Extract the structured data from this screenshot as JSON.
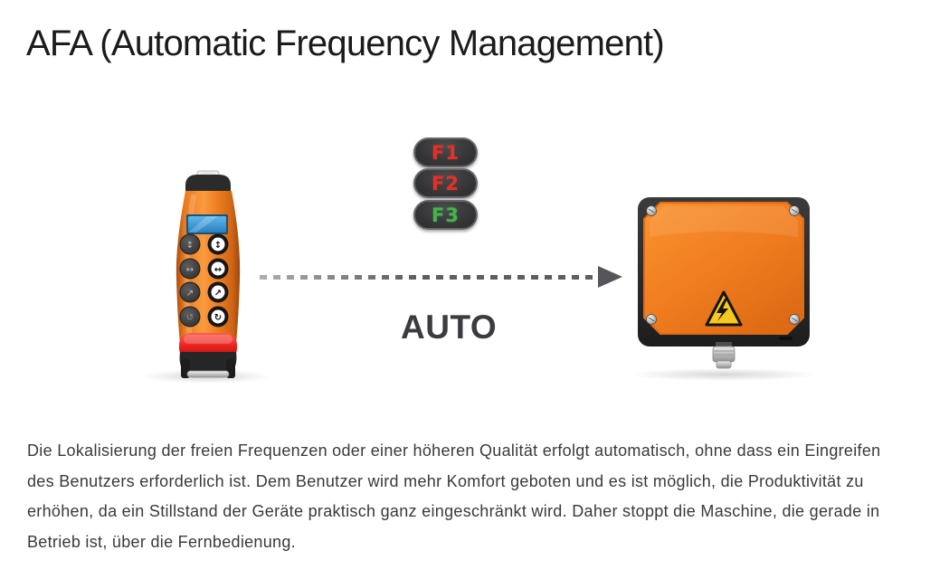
{
  "page": {
    "title": "AFA (Automatic Frequency Management)"
  },
  "diagram": {
    "frequency_indicators": [
      {
        "label": "F1",
        "color": "#e23128"
      },
      {
        "label": "F2",
        "color": "#e23128"
      },
      {
        "label": "F3",
        "color": "#43b549"
      }
    ],
    "mode_label": "AUTO",
    "icons": {
      "transmitter": "handheld-remote-transmitter",
      "receiver": "receiver-box",
      "warning": "high-voltage-warning-triangle-icon",
      "arrow": "dashed-right-arrow-icon"
    }
  },
  "paragraph": {
    "lines": [
      "Die Lokalisierung der freien Frequenzen oder einer höheren Qualität erfolgt automatisch, ohne dass ein Eingreifen",
      "des Benutzers erforderlich ist. Dem Benutzer wird mehr Komfort geboten und es ist möglich, die Produktivität zu",
      "erhöhen, da ein Stillstand der Geräte praktisch ganz eingeschränkt wird. Daher stoppt die Maschine, die gerade in",
      "Betrieb ist, über die Fernbedienung."
    ]
  },
  "colors": {
    "accent_orange": "#f08124",
    "device_black": "#262626",
    "stop_red": "#e31d18",
    "screen_blue": "#4aa6dd",
    "arrow_gray": "#5e5e62",
    "f_red": "#e23128",
    "f_green": "#43b549",
    "text_dark": "#3a3a3a",
    "title_color": "#1b1b1b"
  }
}
